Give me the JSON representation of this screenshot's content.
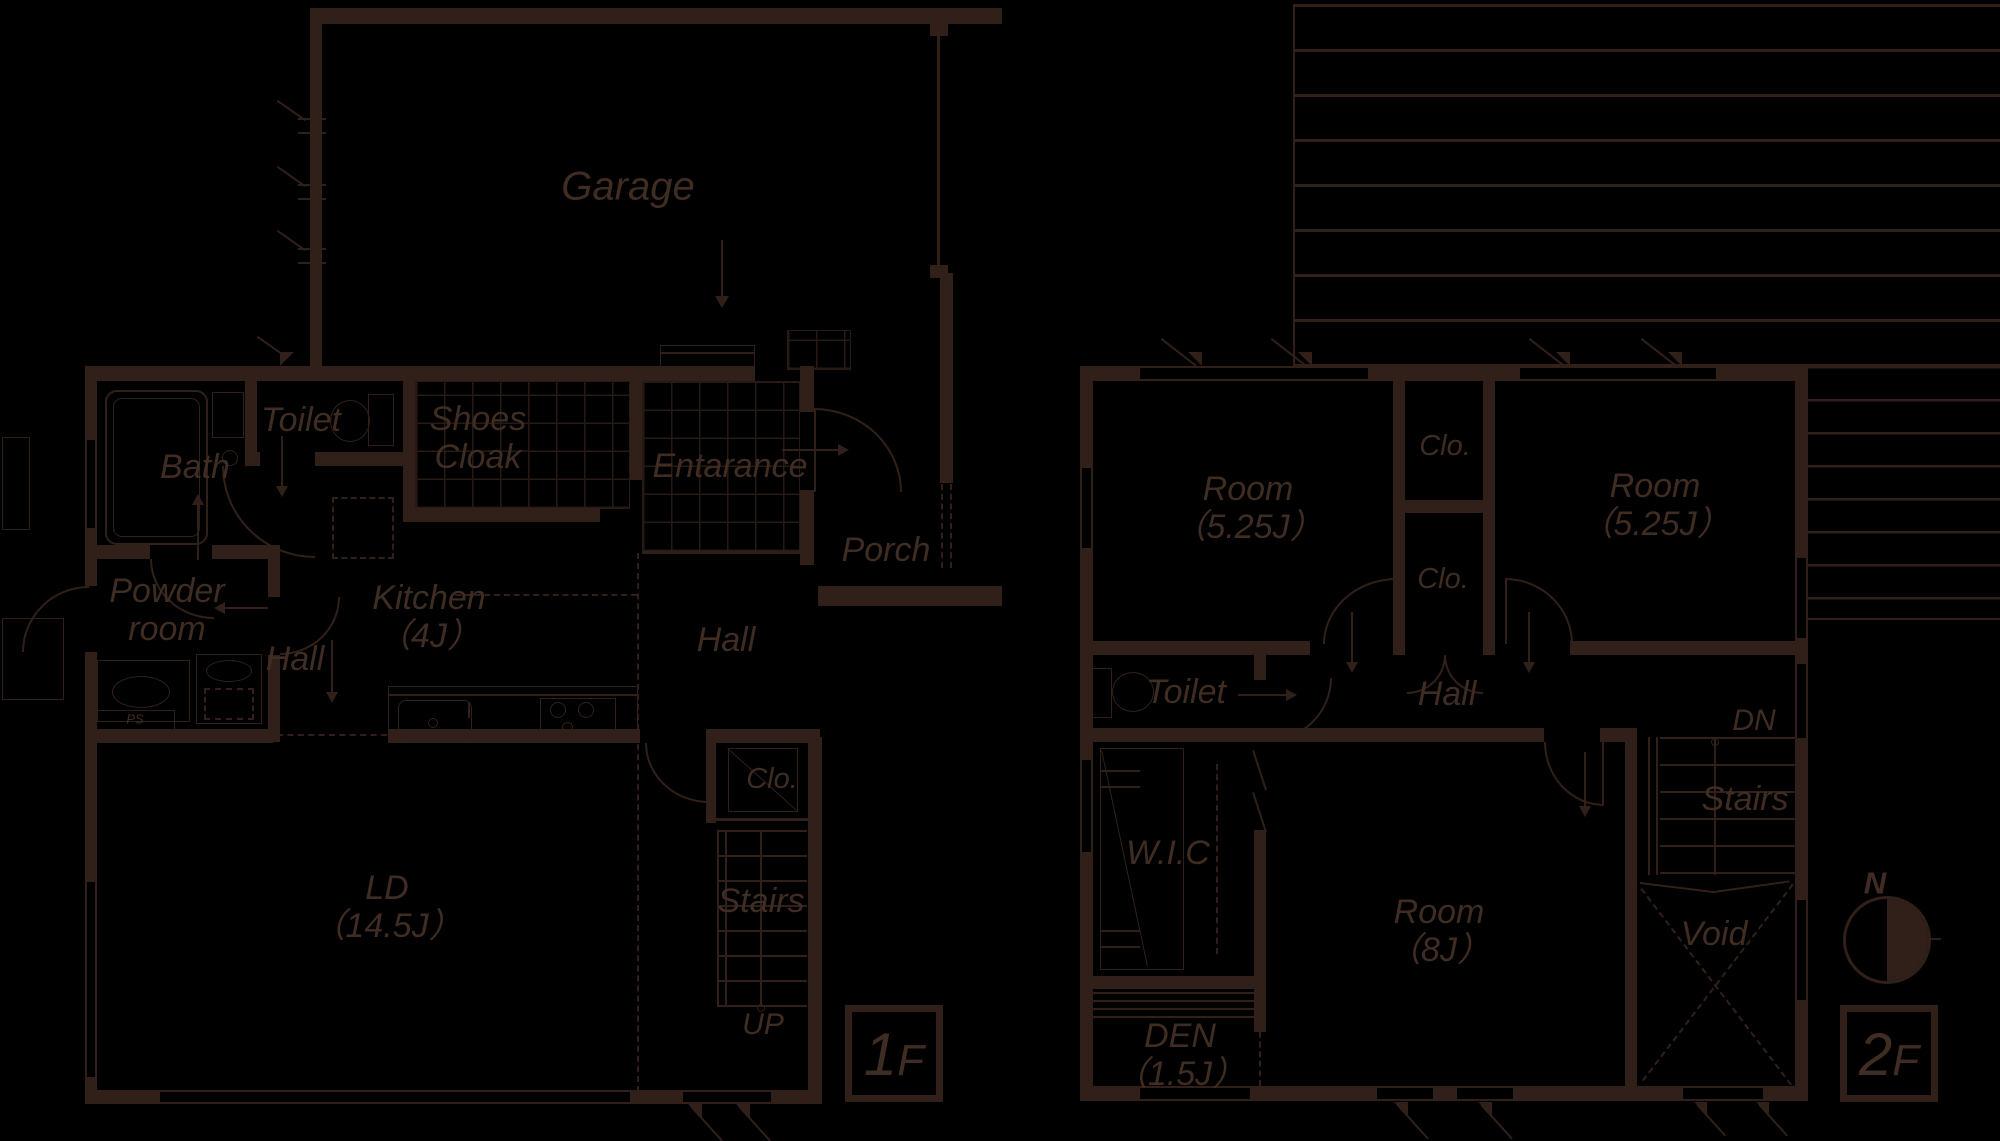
{
  "colors": {
    "background": "#000000",
    "ink": "#31201a",
    "text": "#3f2c22"
  },
  "floor1": {
    "badge": "1F",
    "garage": "Garage",
    "bath": "Bath",
    "toilet": "Toilet",
    "shoes_cloak": "Shoes\nCloak",
    "entrance": "Entarance",
    "porch": "Porch",
    "powder_room": "Powder\nroom",
    "hall_left": "Hall",
    "kitchen": "Kitchen\n（4J）",
    "hall_right": "Hall",
    "closet": "Clo.",
    "stairs": "Stairs",
    "up": "UP",
    "living_dining": "LD\n（14.5J）",
    "ps": "PS"
  },
  "floor2": {
    "badge": "2F",
    "room_left": "Room\n（5.25J）",
    "room_right": "Room\n（5.25J）",
    "closet_upper": "Clo.",
    "closet_lower": "Clo.",
    "toilet": "Toilet",
    "hall": "Hall",
    "wic": "W.I.C",
    "room_8j": "Room\n（8J）",
    "den": "DEN\n（1.5J）",
    "dn": "DN",
    "stairs": "Stairs",
    "void": "Void",
    "compass_north": "N"
  }
}
